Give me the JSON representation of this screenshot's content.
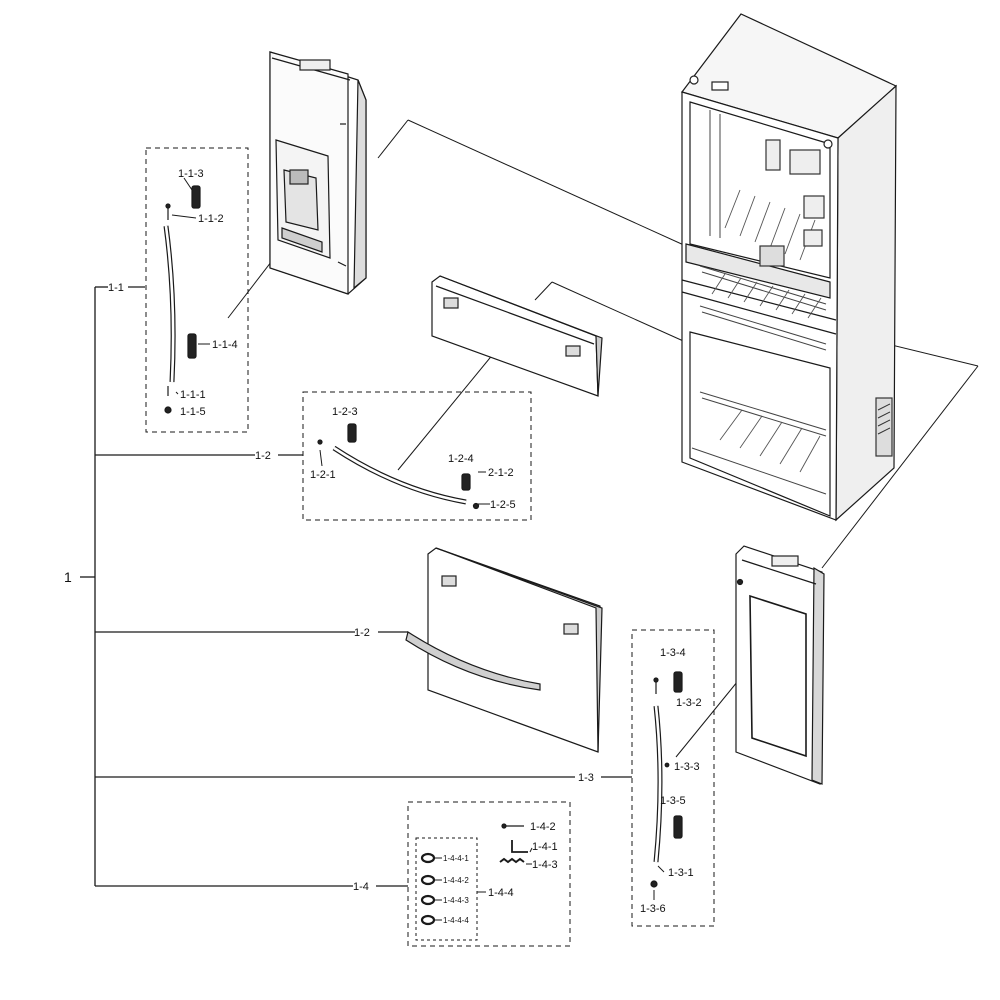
{
  "labels": {
    "root": "1",
    "g11": "1-1",
    "g12a": "1-2",
    "g12b": "1-2",
    "g13": "1-3",
    "g14": "1-4",
    "p113": "1-1-3",
    "p112": "1-1-2",
    "p114": "1-1-4",
    "p111": "1-1-1",
    "p115": "1-1-5",
    "p123": "1-2-3",
    "p121": "1-2-1",
    "p124": "1-2-4",
    "p212": "2-1-2",
    "p125": "1-2-5",
    "p134": "1-3-4",
    "p132": "1-3-2",
    "p133": "1-3-3",
    "p135": "1-3-5",
    "p131": "1-3-1",
    "p136": "1-3-6",
    "p142": "1-4-2",
    "p141": "1-4-1",
    "p143": "1-4-3",
    "p144": "1-4-4",
    "p1441": "1-4-4-1",
    "p1442": "1-4-4-2",
    "p1443": "1-4-4-3",
    "p1444": "1-4-4-4"
  },
  "colors": {
    "line": "#1a1a1a",
    "panel": "#f4f4f4",
    "shade": "#bdbdbd",
    "dark": "#333333"
  }
}
